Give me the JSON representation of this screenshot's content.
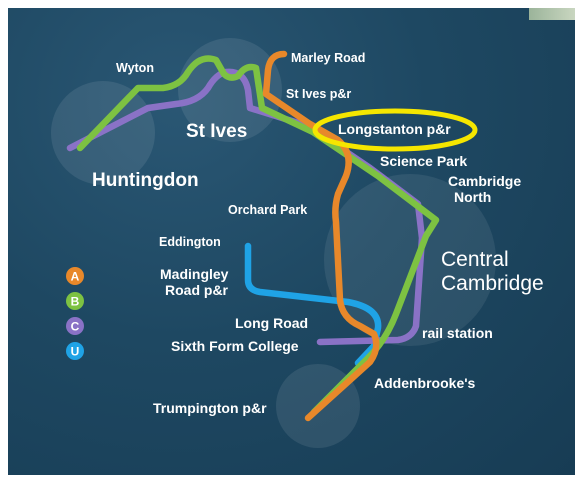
{
  "routes": [
    {
      "letter": "A",
      "color": "#e8882a"
    },
    {
      "letter": "B",
      "color": "#7dc242"
    },
    {
      "letter": "C",
      "color": "#8a72c6"
    },
    {
      "letter": "U",
      "color": "#1fa3e6"
    }
  ],
  "stops": {
    "wyton": "Wyton",
    "marley_road": "Marley Road",
    "st_ives_pr": "St Ives p&r",
    "st_ives": "St Ives",
    "longstanton_pr": "Longstanton p&r",
    "huntingdon": "Huntingdon",
    "science_park": "Science Park",
    "cambridge_north_1": "Cambridge",
    "cambridge_north_2": "North",
    "orchard_park": "Orchard Park",
    "eddington": "Eddington",
    "central_1": "Central",
    "central_2": "Cambridge",
    "madingley_1": "Madingley",
    "madingley_2": "Road p&r",
    "long_road_1": "Long Road",
    "long_road_2": "Sixth Form College",
    "rail_station": "rail station",
    "addenbrookes": "Addenbrooke's",
    "trumpington_pr": "Trumpington p&r"
  },
  "highlight": {
    "stop": "Longstanton p&r",
    "color": "#f5e600"
  }
}
